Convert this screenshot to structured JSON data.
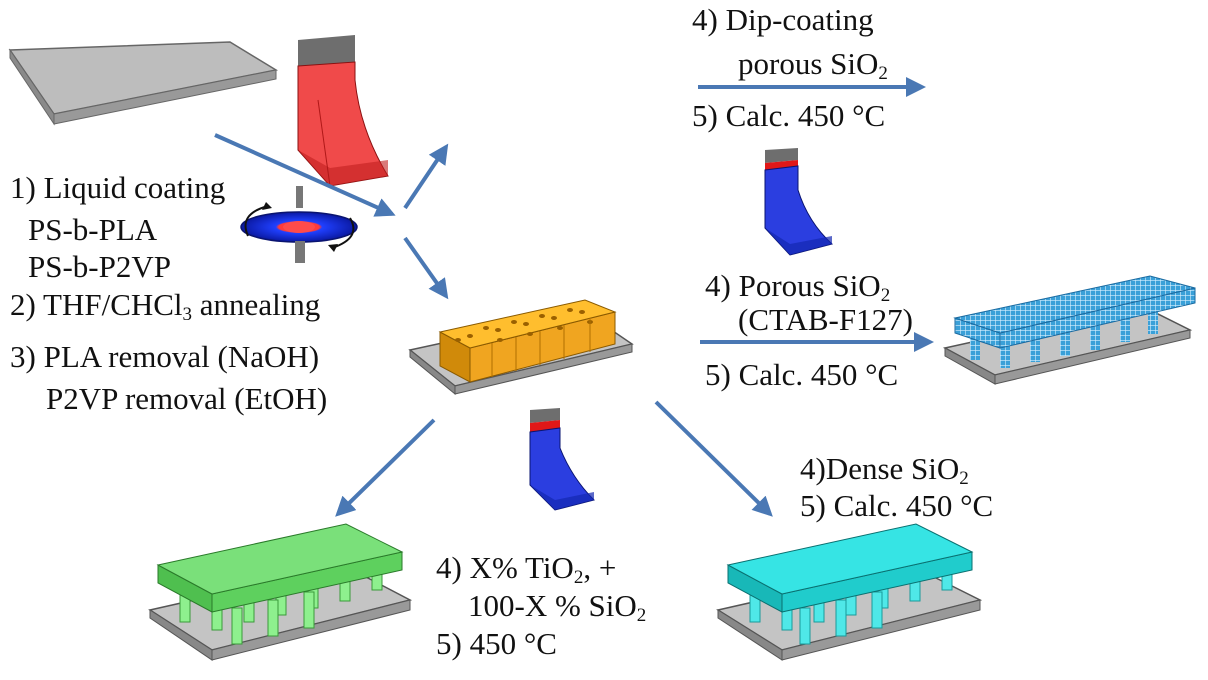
{
  "colors": {
    "arrow": "#4a78b4",
    "substrate": "#b9b9b9",
    "block_copolymer": "#f2a818",
    "red_solution": "#f04a4a",
    "blue_solution": "#2b3ee0",
    "green_film": "#6fe06f",
    "cyan_film": "#27dede",
    "porous_film": "#3aa0d8"
  },
  "steps": {
    "s1_line1": "1) Liquid coating",
    "s1_line2": "PS-b-PLA",
    "s1_line3": "PS-b-P2VP",
    "s2_pre": "2) THF/CHCl",
    "s2_sub": "3",
    "s2_post": " annealing",
    "s3_line1": "3) PLA removal  (NaOH)",
    "s3_line2": "P2VP removal (EtOH)"
  },
  "route_top": {
    "line1": "4) Dip-coating",
    "line2_pre": "porous SiO",
    "line2_sub": "2",
    "line3": "5) Calc. 450 °C"
  },
  "route_porous": {
    "line1_pre": "4) Porous SiO",
    "line1_sub": "2",
    "line2": "(CTAB-F127)",
    "line3": "5) Calc. 450 °C"
  },
  "route_dense": {
    "line1_pre": "4)Dense SiO",
    "line1_sub": "2",
    "line2": "5) Calc. 450 °C"
  },
  "route_mixed": {
    "line1_pre": "4) X% TiO",
    "line1_sub": "2",
    "line1_post": ", +",
    "line2_pre": "100-X % SiO",
    "line2_sub": "2",
    "line3": "5) 450 °C"
  }
}
